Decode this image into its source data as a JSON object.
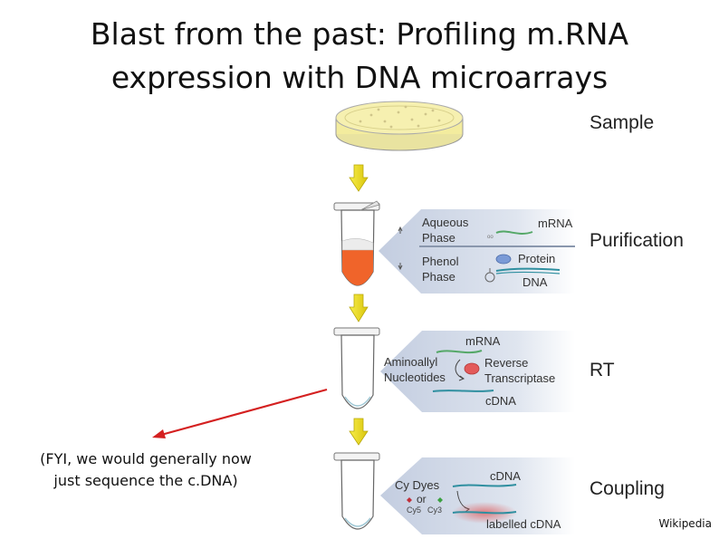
{
  "title": {
    "line1": "Blast from the past:  Profiling m.RNA",
    "line2": "expression with DNA microarrays"
  },
  "steps": {
    "sample": "Sample",
    "purification": "Purification",
    "rt": "RT",
    "coupling": "Coupling"
  },
  "purification_panel": {
    "aqueous_line1": "Aqueous",
    "aqueous_line2": "Phase",
    "phenol_line1": "Phenol",
    "phenol_line2": "Phase",
    "mrna": "mRNA",
    "protein": "Protein",
    "dna": "DNA"
  },
  "rt_panel": {
    "mrna": "mRNA",
    "aminoallyl_line1": "Aminoallyl",
    "aminoallyl_line2": "Nucleotides",
    "reverse_line1": "Reverse",
    "reverse_line2": "Transcriptase",
    "cdna": "cDNA"
  },
  "coupling_panel": {
    "cy_dyes": "Cy Dyes",
    "or": "or",
    "cy5": "Cy5",
    "cy3": "Cy3",
    "cdna": "cDNA",
    "labelled_cdna": "labelled cDNA"
  },
  "note": {
    "line1": "(FYI, we would generally now",
    "line2": "just sequence the c.DNA)"
  },
  "credit": "Wikipedia",
  "colors": {
    "arrow_red": "#d42020",
    "yellow_arrow": "#f2e21a",
    "dish_fill": "#f3ec9e",
    "phenol_orange": "#f0642a",
    "panel_blue": "#c9d3e3",
    "strand_green": "#55a868",
    "strand_teal": "#2f8fa0"
  }
}
